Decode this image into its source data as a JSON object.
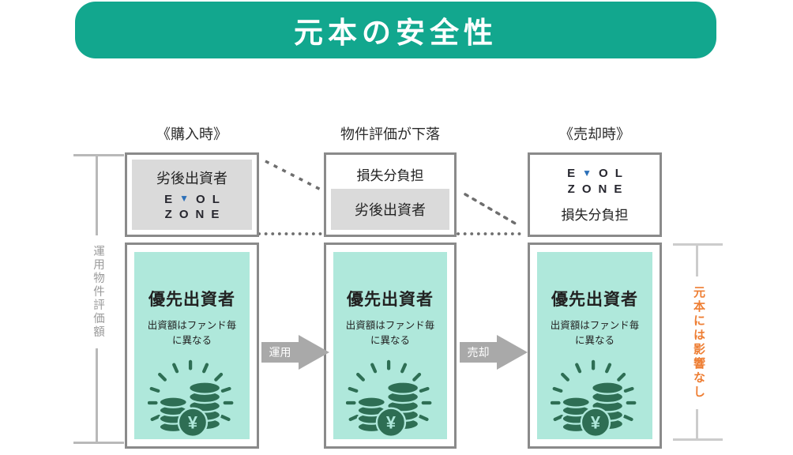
{
  "title": "元本の安全性",
  "brand": {
    "line1_e": "E",
    "line1_v": "▼",
    "line1_ol": "OL",
    "line2": "ZONE"
  },
  "left_bracket_label": "運用物件評価額",
  "right_bracket_label": "元本には影響なし",
  "stages": [
    {
      "header": "《購入時》",
      "subordinated_label": "劣後出資者",
      "priority_title": "優先出資者",
      "priority_note": "出資額はファンド毎\nに異なる"
    },
    {
      "header": "物件評価が下落",
      "loss_label": "損失分負担",
      "subordinated_label": "劣後出資者",
      "priority_title": "優先出資者",
      "priority_note": "出資額はファンド毎\nに異なる"
    },
    {
      "header": "《売却時》",
      "loss_label": "損失分負担",
      "priority_title": "優先出資者",
      "priority_note": "出資額はファンド毎\nに異なる"
    }
  ],
  "arrows": {
    "operate": "運用",
    "sell": "売却"
  },
  "coin_icon": {
    "yen": "¥"
  },
  "colors": {
    "banner_teal": "#12A78E",
    "mint": "#AFE8DB",
    "coin_green": "#2E6E54",
    "accent_orange": "#EE7E33",
    "panel_gray": "#DADADA",
    "border_gray": "#8A8A8A",
    "logo_blue": "#2B6FB8",
    "arrow_gray": "#A9A9A9"
  }
}
